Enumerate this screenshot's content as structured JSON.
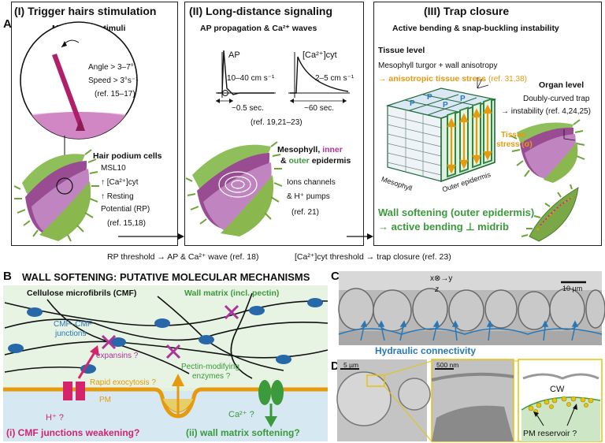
{
  "panelA": {
    "letter": "A",
    "col1": {
      "title": "(I) Trigger hairs stimulation",
      "subtitle": "Mechanical stimuli",
      "angle": "Angle > 3–7°",
      "speed": "Speed > 3°s⁻¹",
      "ref": "(ref. 15–17)",
      "hair_title": "Hair podium cells",
      "msl": "MSL10",
      "ca": "↑ [Ca²⁺]cyt",
      "resting": "↑ Resting",
      "potential": "Potential (RP)",
      "ref2": "(ref. 15,18)"
    },
    "col2": {
      "title": "(II) Long-distance signaling",
      "subtitle": "AP propagation & Ca²⁺ waves",
      "ap": "AP",
      "ap_speed": "10–40 cm s⁻¹",
      "ap_time": "~0.5 sec.",
      "ca_label": "[Ca²⁺]cyt",
      "ca_speed": "2–5 cm s⁻¹",
      "ca_time": "~60 sec.",
      "ref": "(ref. 19,21–23)",
      "meso_a": "Mesophyll,",
      "meso_inner": "inner",
      "meso_amp": "&",
      "meso_outer": "outer",
      "meso_b": "epidermis",
      "ions": "Ions channels",
      "pumps": "& H⁺ pumps",
      "ref2": "(ref. 21)"
    },
    "col3": {
      "title": "(III) Trap closure",
      "subtitle": "Active bending & snap-buckling instability",
      "tissue_level": "Tissue level",
      "mesophyll_turgor": "Mesophyll turgor + wall anisotropy",
      "aniso": "→ anisotropic tissue stress",
      "aniso_ref": "(ref. 31,38)",
      "organ_level": "Organ level",
      "doubly": "Doubly-curved trap",
      "instability": "→ instability (ref. 4,24,25)",
      "tissue_stress": "Tissue",
      "tissue_stress2": "stress (σ)",
      "mesophyll_label": "Mesophyll",
      "outer_epi_label": "Outer epidermis",
      "p_label": "P",
      "wall_soft": "Wall softening (outer epidermis)",
      "active_bend": "→ active bending ⊥ midrib"
    },
    "threshold1": "RP threshold → AP & Ca²⁺ wave  (ref. 18)",
    "threshold2": "[Ca²⁺]cyt threshold → trap closure (ref. 23)"
  },
  "panelB": {
    "letter": "B",
    "title": "WALL SOFTENING: PUTATIVE MOLECULAR MECHANISMS",
    "cmf": "Cellulose microfibrils (CMF)",
    "wall_matrix": "Wall matrix (incl. pectin)",
    "junctions1": "CMF–CMF",
    "junctions2": "junctions",
    "expansins": "expansins ?",
    "pectin1": "Pectin-modifying",
    "pectin2": "enzymes ?",
    "exocytosis": "Rapid exocytosis ?",
    "pm": "PM",
    "hplus": "H⁺ ?",
    "ca": "Ca²⁺ ?",
    "mech1": "(i) CMF junctions weakening?",
    "mech2": "(ii) wall matrix softening?"
  },
  "panelC": {
    "letter": "C",
    "scale": "10 µm",
    "axes": "x⊗→y",
    "z": "z",
    "hydraulic": "Hydraulic connectivity"
  },
  "panelD": {
    "letter": "D",
    "scale1": "5 µm",
    "scale2": "500 nm",
    "cw": "CW",
    "pm_reservoir": "PM reservoir ?"
  },
  "colors": {
    "orange": "#e69a0e",
    "green": "#3a9a3c",
    "purple": "#b0339a",
    "pink": "#d4246c",
    "blue": "#2878b8"
  }
}
